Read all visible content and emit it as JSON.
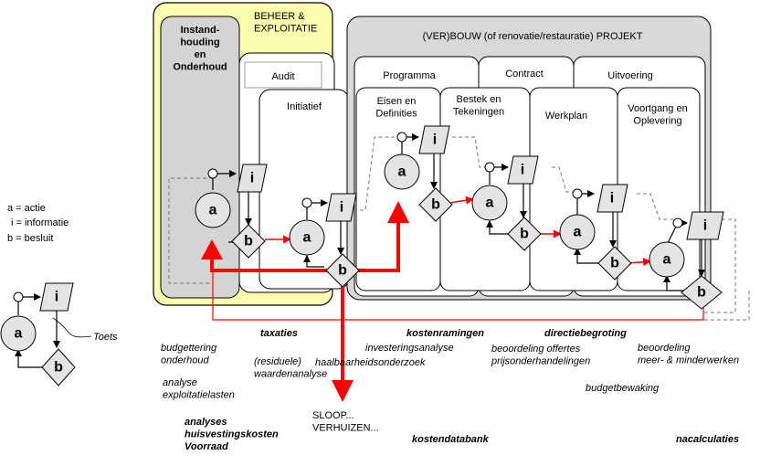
{
  "colors": {
    "beheer_panel": "#fdfdb0",
    "beheer_border": "#000000",
    "project_panel": "#d9d9d9",
    "instand_panel": "#d4d4d4",
    "red_flow": "#ff0000",
    "node_fill": "#e4e4e4"
  },
  "legend": {
    "line1": "a = actie",
    "line2": "i = informatie",
    "line3": "b = besluit",
    "toets": "Toets",
    "a": "a",
    "i": "i",
    "b": "b"
  },
  "panels": {
    "beheer": "BEHEER &\nEXPLOITATIE",
    "instand": "Instand-\nhouding\nen\nOnderhoud",
    "audit": "Audit",
    "initiatief": "Initiatief",
    "project": "(VER)BOUW (of renovatie/restauratie) PROJEKT",
    "programma": "Programma",
    "contract": "Contract",
    "uitvoering": "Uitvoering",
    "eisen": "Eisen en\nDefinities",
    "bestek": "Bestek en\nTekeningen",
    "werkplan": "Werkplan",
    "voortgang": "Voortgang en\nOplevering"
  },
  "nodes": {
    "a": "a",
    "i": "i",
    "b": "b"
  },
  "annotations": {
    "taxaties": "taxaties",
    "kostenramingen": "kostenramingen",
    "directiebegroting": "directiebegroting",
    "budgettering": "budgettering\nonderhoud",
    "investeringsanalyse": "investeringsanalyse",
    "beoordeling_offertes": "beoordeling offertes\nprijsonderhandelingen",
    "beoordeling_meer": "beoordeling\nmeer- & minderwerken",
    "residuele": "(residuele)\nwaardenanalyse",
    "haalbaarheid": "haalbaarheidsonderzoek",
    "analyse_expl": "analyse\nexploitatielasten",
    "budgetbewaking": "budgetbewaking",
    "sloop": "SLOOP...\nVERHUIZEN...",
    "analyses": "analyses\nhuisvestingskosten\nVoorraad",
    "kostendatabank": "kostendatabank",
    "nacalculaties": "nacalculaties"
  }
}
